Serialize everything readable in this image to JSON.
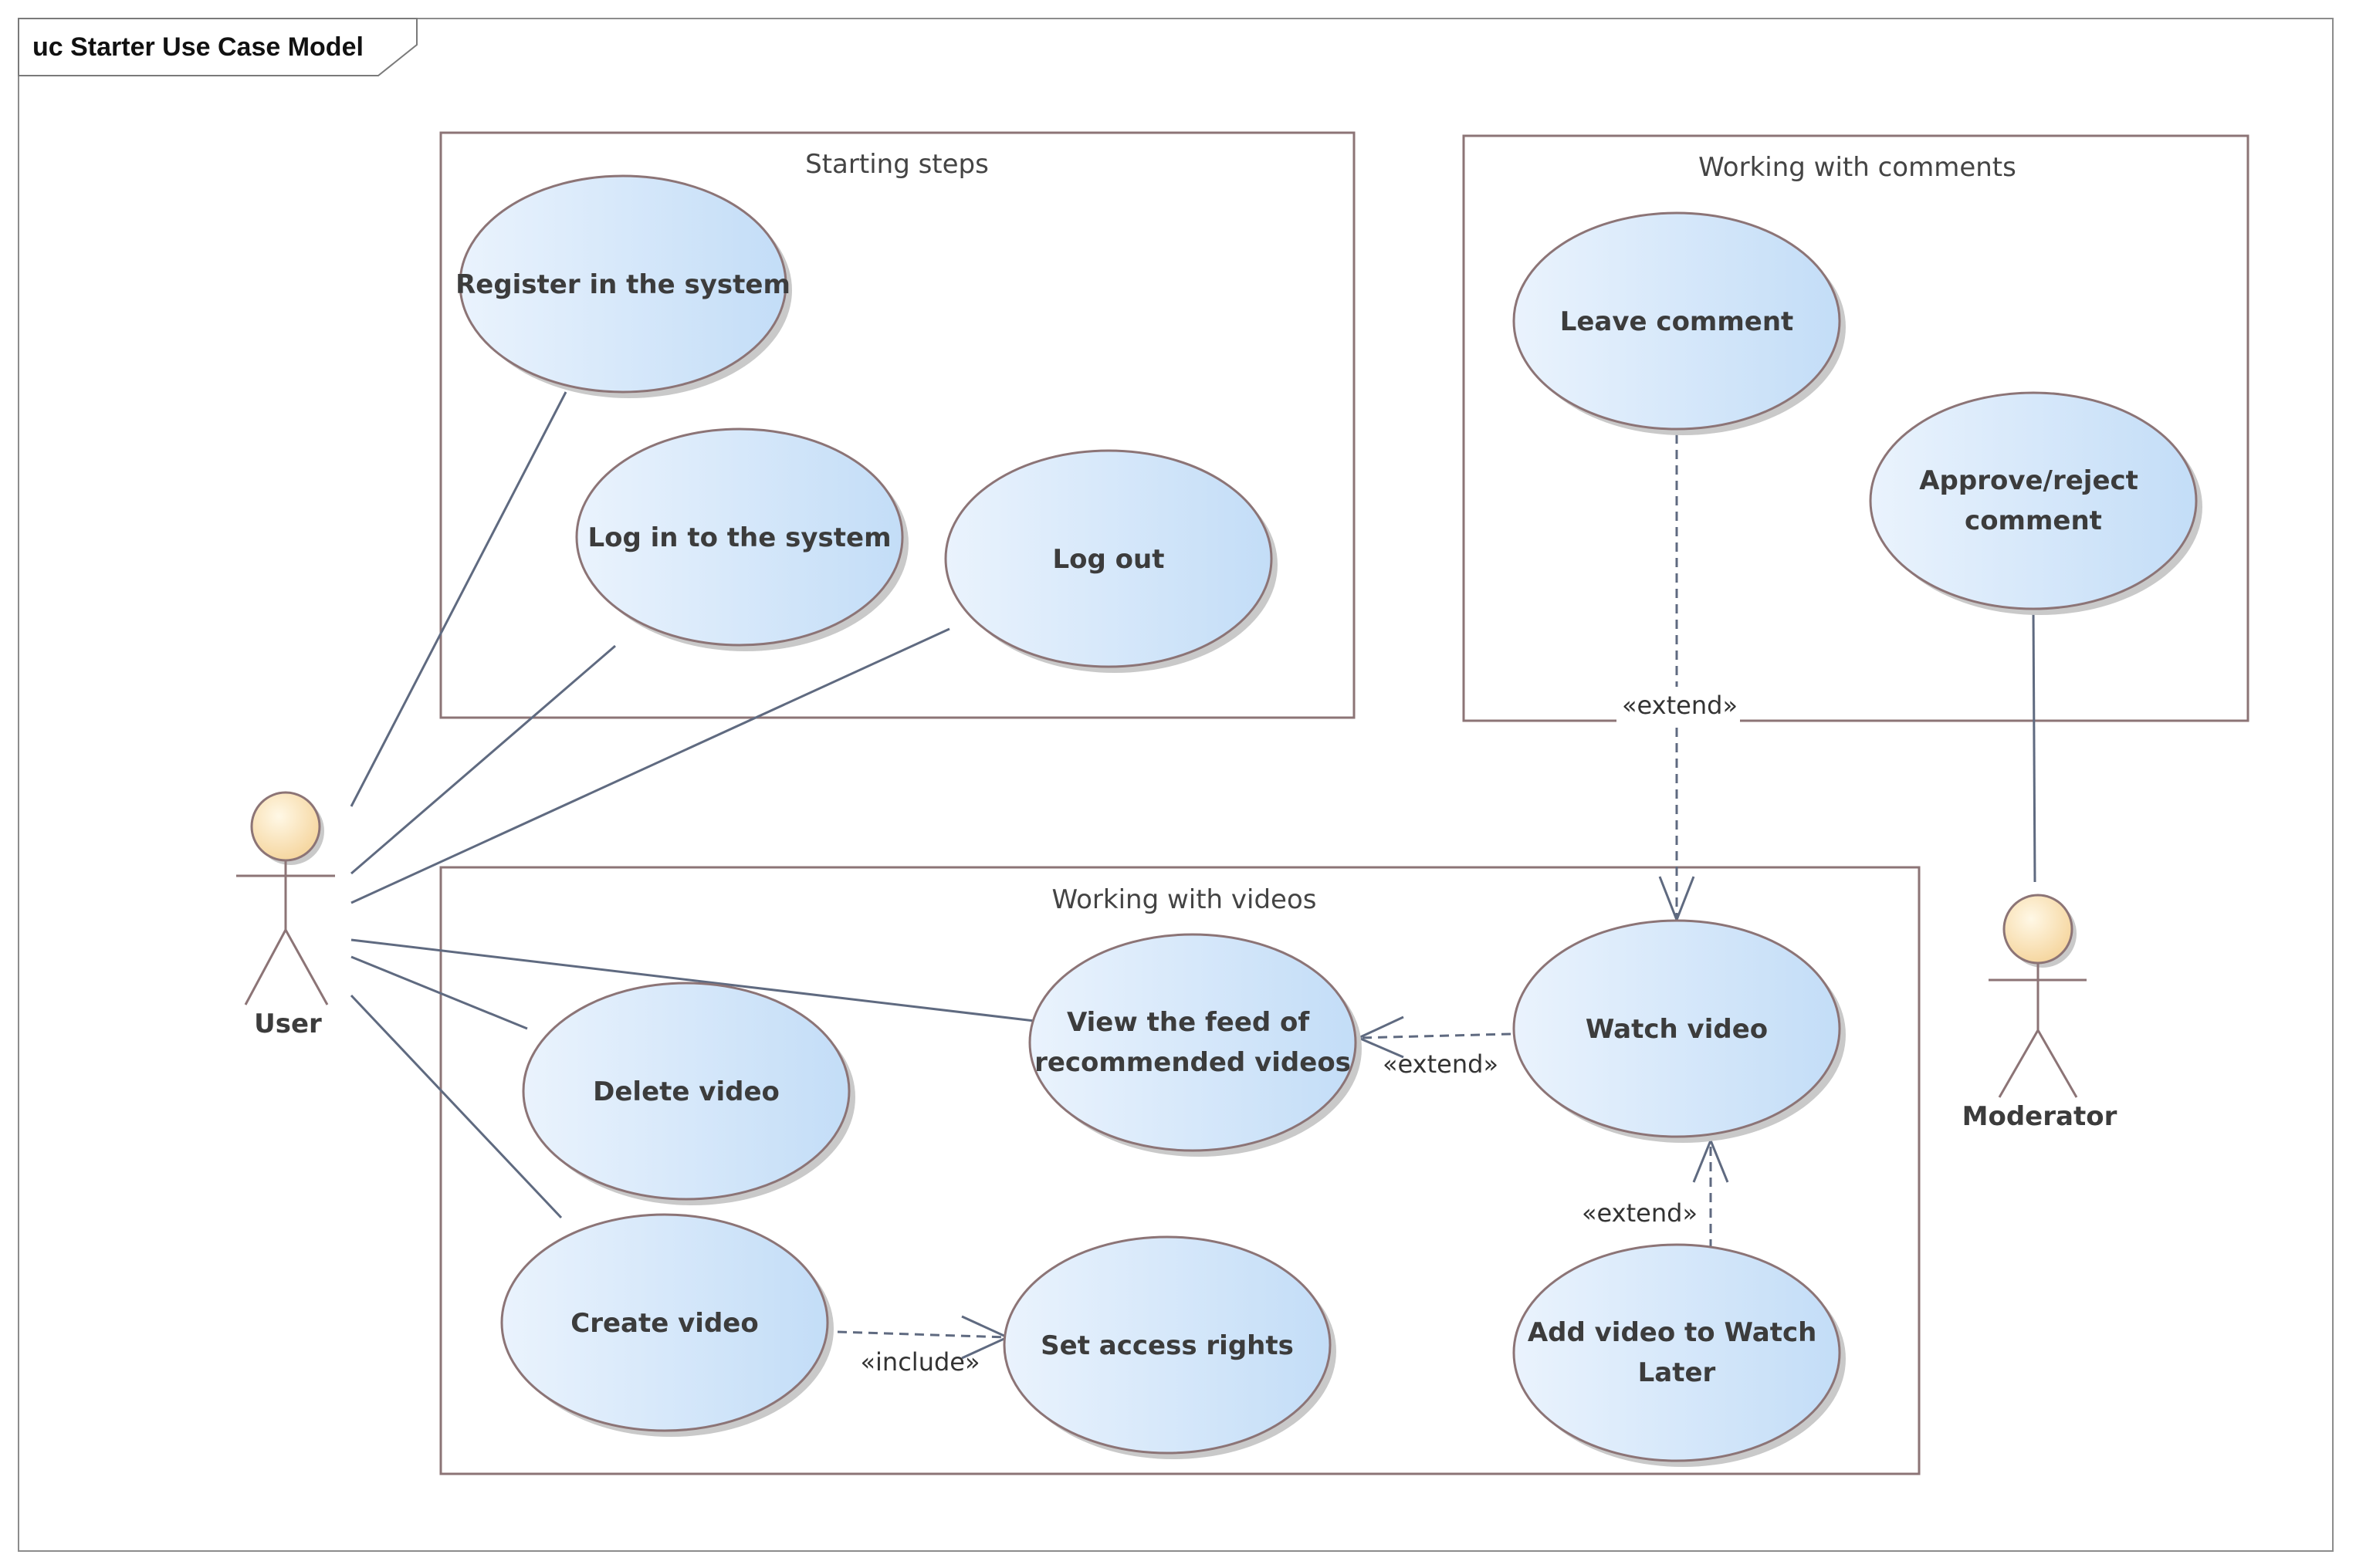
{
  "diagram": {
    "frame_title": "uc Starter Use Case Model",
    "boundaries": {
      "starting": "Starting steps",
      "comments": "Working with comments",
      "videos": "Working with videos"
    },
    "use_cases": {
      "register": [
        "Register in the system"
      ],
      "login": [
        "Log in to the system"
      ],
      "logout": [
        "Log out"
      ],
      "leave_comment": [
        "Leave comment"
      ],
      "approve_comment": [
        "Approve/reject",
        "comment"
      ],
      "view_feed": [
        "View the feed of",
        "recommended videos"
      ],
      "watch_video": [
        "Watch video"
      ],
      "delete_video": [
        "Delete video"
      ],
      "create_video": [
        "Create video"
      ],
      "set_access": [
        "Set access rights"
      ],
      "watch_later": [
        "Add video to Watch",
        "Later"
      ]
    },
    "actors": {
      "user": "User",
      "moderator": "Moderator"
    },
    "stereotypes": {
      "extend_comment": "«extend»",
      "extend_feed": "«extend»",
      "extend_later": "«extend»",
      "include_access": "«include»"
    },
    "colors": {
      "usecase_fill_light": "#eaf3fd",
      "usecase_fill_dark": "#c3ddf7",
      "actor_head_light": "#fff8e6",
      "actor_head_dark": "#f5d49b",
      "line": "#5f6a80",
      "border": "#8c7476"
    }
  }
}
